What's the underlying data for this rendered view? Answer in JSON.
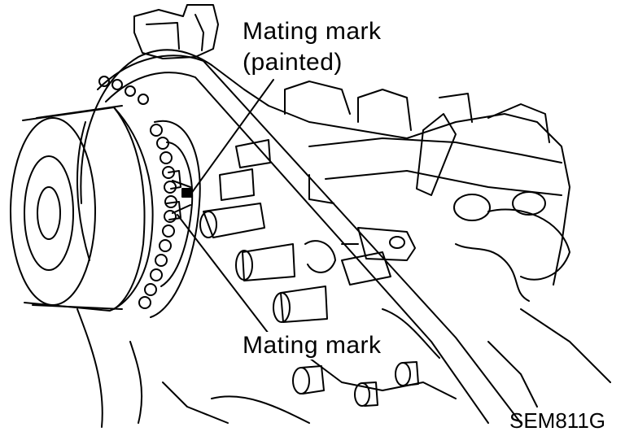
{
  "labels": {
    "mating_mark_painted_line1": "Mating mark",
    "mating_mark_painted_line2": "(painted)",
    "mating_mark": "Mating mark",
    "figure_code": "SEM811G"
  },
  "colors": {
    "ink": "#000000",
    "background": "#ffffff"
  }
}
